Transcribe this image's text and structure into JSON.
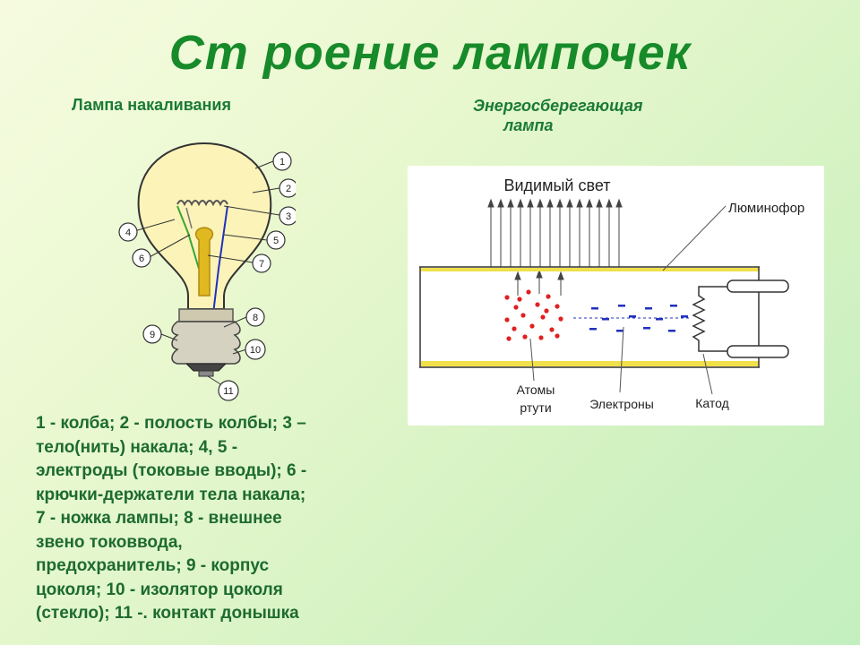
{
  "title": "Ст роение лампочек",
  "left_subtitle": "Лампа накаливания",
  "right_subtitle": [
    "Энергосберегающая",
    "лампа"
  ],
  "bulb": {
    "callouts": [
      "1",
      "2",
      "3",
      "4",
      "5",
      "6",
      "7",
      "8",
      "9",
      "10",
      "11"
    ]
  },
  "tube": {
    "visible_light": "Видимый свет",
    "phosphor": "Люминофор",
    "atoms": [
      "Атомы",
      "ртути"
    ],
    "electrons": "Электроны",
    "cathode": "Катод"
  },
  "legend": "1 - колба; 2 - полость колбы; 3 –\nтело(нить) накала; 4, 5 -\nэлектроды (токовые вводы); 6 -\nкрючки-держатели тела накала;\n7 - ножка лампы; 8 - внешнее\nзвено токоввода,\nпредохранитель; 9 - корпус\nцоколя; 10 - изолятор цоколя\n(стекло); 11 -. контакт донышка",
  "colors": {
    "title": "#178a2a",
    "text": "#1d6b2e",
    "phosphor": "#f0e04a",
    "mercury": "#e02020",
    "electron": "#2030c0",
    "bulb_glass": "#fbf3b8",
    "stem": "#e0b820"
  }
}
